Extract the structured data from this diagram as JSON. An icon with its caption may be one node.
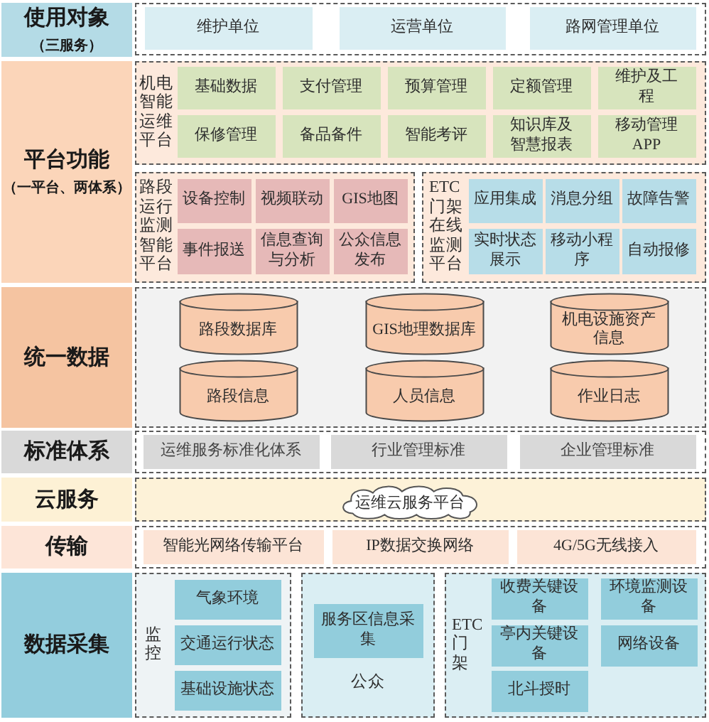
{
  "diagram": {
    "nodes": [
      {
        "text": [
          "使用对象",
          "（三服务）"
        ]
      },
      {
        "text": [],
        "shape": "box"
      },
      {
        "text": [
          "维护单位"
        ],
        "in": 1
      },
      {
        "text": [
          "运营单位"
        ],
        "in": 1
      },
      {
        "text": [
          "路网管理单位"
        ],
        "in": 1
      },
      {
        "text": [
          "平台功能",
          "（一平台、两体系）"
        ]
      },
      {
        "text": [
          "机电智能运维平台"
        ]
      },
      {
        "text": [
          "基础数据"
        ],
        "in": 6
      },
      {
        "text": [
          "支付管理"
        ],
        "in": 6
      },
      {
        "text": [
          "预算管理"
        ],
        "in": 6
      },
      {
        "text": [
          "定额管理"
        ],
        "in": 6
      },
      {
        "text": [
          "维护及工程"
        ],
        "in": 6
      },
      {
        "text": [
          "保修管理"
        ],
        "in": 6
      },
      {
        "text": [
          "备品备件"
        ],
        "in": 6
      },
      {
        "text": [
          "智能考评"
        ],
        "in": 6
      },
      {
        "text": [
          "知识库及智慧报表"
        ],
        "in": 6
      },
      {
        "text": [
          "移动管理APP"
        ],
        "in": 6
      },
      {
        "text": [
          "路段运行监测智能平台"
        ]
      },
      {
        "text": [
          "设备控制"
        ],
        "in": 17
      },
      {
        "text": [
          "视频联动"
        ],
        "in": 17
      },
      {
        "text": [
          "GIS地图"
        ],
        "in": 17
      },
      {
        "text": [
          "事件报送"
        ],
        "in": 17
      },
      {
        "text": [
          "信息查询与分析"
        ],
        "in": 17
      },
      {
        "text": [
          "公众信息发布"
        ],
        "in": 17
      },
      {
        "text": [
          "ETC门架在线监测平台"
        ]
      },
      {
        "text": [
          "应用集成"
        ],
        "in": 24
      },
      {
        "text": [
          "消息分组"
        ],
        "in": 24
      },
      {
        "text": [
          "故障告警"
        ],
        "in": 24
      },
      {
        "text": [
          "实时状态展示"
        ],
        "in": 24
      },
      {
        "text": [
          "移动小程序"
        ],
        "in": 24
      },
      {
        "text": [
          "自动报修"
        ],
        "in": 24
      },
      {
        "text": [
          "统一数据"
        ]
      },
      {
        "text": [],
        "shape": "box"
      },
      {
        "text": [
          "路段数据库"
        ],
        "in": 32
      },
      {
        "text": [
          "GIS地理数据库"
        ],
        "in": 32
      },
      {
        "text": [
          "机电设施资产信息"
        ],
        "in": 32
      },
      {
        "text": [
          "路段信息"
        ],
        "in": 32
      },
      {
        "text": [
          "人员信息"
        ],
        "in": 32
      },
      {
        "text": [
          "作业日志"
        ],
        "in": 32
      },
      {
        "text": [
          "标准体系"
        ]
      },
      {
        "text": [],
        "shape": "box"
      },
      {
        "text": [
          "运维服务标准化体系"
        ],
        "in": 40
      },
      {
        "text": [
          "行业管理标准"
        ],
        "in": 40
      },
      {
        "text": [
          "企业管理标准"
        ],
        "in": 40
      },
      {
        "text": [
          "云服务"
        ]
      },
      {
        "text": [],
        "shape": "box"
      },
      {
        "text": [
          "运维云服务平台"
        ],
        "in": 45
      },
      {
        "text": [
          "传输"
        ]
      },
      {
        "text": [],
        "shape": "box"
      },
      {
        "text": [
          "智能光网络传输平台"
        ],
        "in": 48
      },
      {
        "text": [
          "IP数据交换网络"
        ],
        "in": 48
      },
      {
        "text": [
          "4G/5G无线接入"
        ],
        "in": 48
      },
      {
        "text": [
          "数据采集"
        ]
      },
      {
        "text": [
          "监控"
        ]
      },
      {
        "text": [
          "气象环境"
        ],
        "in": 53
      },
      {
        "text": [
          "交通运行状态"
        ],
        "in": 53
      },
      {
        "text": [
          "基础设施状态"
        ],
        "in": 53
      },
      {
        "text": [
          "公众"
        ]
      },
      {
        "text": [
          "服务区信息采集"
        ],
        "in": 57
      },
      {
        "text": [
          "ETC门架"
        ]
      },
      {
        "text": [
          "收费关键设备"
        ],
        "in": 59
      },
      {
        "text": [
          "环境监测设备"
        ],
        "in": 59
      },
      {
        "text": [
          "亭内关键设备"
        ],
        "in": 59
      },
      {
        "text": [
          "网络设备"
        ],
        "in": 59
      },
      {
        "text": [
          "北斗授时"
        ],
        "in": 59
      }
    ]
  }
}
